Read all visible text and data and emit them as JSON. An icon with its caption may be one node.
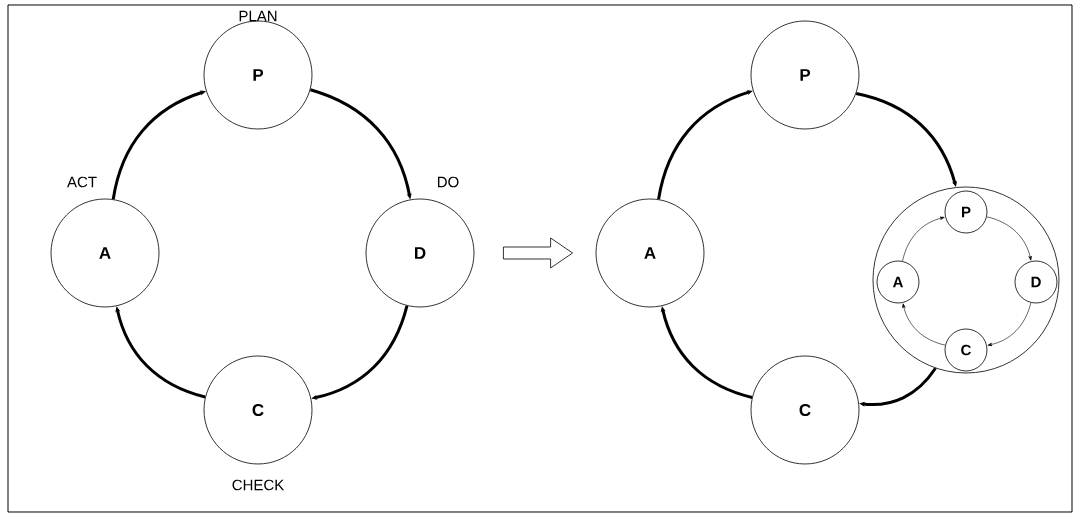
{
  "diagram": {
    "nodes": [
      {
        "text": [
          "P"
        ],
        "beside": [
          "PLAN"
        ]
      },
      {
        "text": [
          "D"
        ],
        "beside": [
          "DO"
        ]
      },
      {
        "text": [
          "C"
        ],
        "beside": [
          "CHECK"
        ]
      },
      {
        "text": [
          "A"
        ],
        "beside": [
          "ACT"
        ]
      },
      {
        "text": [
          "P"
        ]
      },
      {
        "text": [
          "A"
        ]
      },
      {
        "text": [],
        "shape": "circle"
      },
      {
        "text": [
          "P"
        ],
        "in": 6
      },
      {
        "text": [
          "A"
        ],
        "in": 6
      },
      {
        "text": [
          "D"
        ],
        "in": 6
      },
      {
        "text": [
          "C"
        ],
        "in": 6
      },
      {
        "text": [
          "C"
        ]
      }
    ],
    "edges": [
      {
        "from": 0,
        "to": 1,
        "arrow": "to"
      },
      {
        "from": 1,
        "to": 2,
        "arrow": "to"
      },
      {
        "from": 2,
        "to": 3,
        "arrow": "to"
      },
      {
        "from": 3,
        "to": 0,
        "arrow": "to"
      },
      {
        "from": 1,
        "to": 5,
        "arrow": "to"
      },
      {
        "from": 4,
        "to": 6,
        "arrow": "to"
      },
      {
        "from": 6,
        "to": 11,
        "arrow": "to"
      },
      {
        "from": 11,
        "to": 5,
        "arrow": "to"
      },
      {
        "from": 5,
        "to": 4,
        "arrow": "to"
      },
      {
        "from": 7,
        "to": 9,
        "arrow": "to"
      },
      {
        "from": 9,
        "to": 10,
        "arrow": "to"
      },
      {
        "from": 10,
        "to": 8,
        "arrow": "to"
      },
      {
        "from": 8,
        "to": 7,
        "arrow": "to"
      }
    ]
  }
}
